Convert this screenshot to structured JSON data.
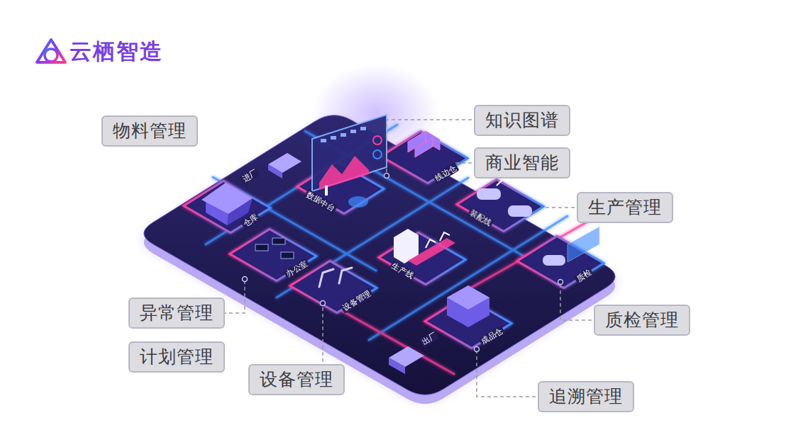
{
  "diagram": {
    "title": "云栖智造",
    "nodes": [
      {
        "text": [
          "物料管理"
        ]
      },
      {
        "text": [
          "知识图谱"
        ]
      },
      {
        "text": [
          "商业智能"
        ]
      },
      {
        "text": [
          "生产管理"
        ]
      },
      {
        "text": [
          "异常管理"
        ]
      },
      {
        "text": [
          "质检管理"
        ]
      },
      {
        "text": [
          "计划管理"
        ]
      },
      {
        "text": [
          "设备管理"
        ]
      },
      {
        "text": [
          "追溯管理"
        ]
      }
    ],
    "labels": [
      "进厂",
      "线边仓",
      "数据中台",
      "仓库",
      "装配线",
      "办公室",
      "生产线",
      "质检",
      "设备管理",
      "出厂",
      "成品仓"
    ]
  }
}
